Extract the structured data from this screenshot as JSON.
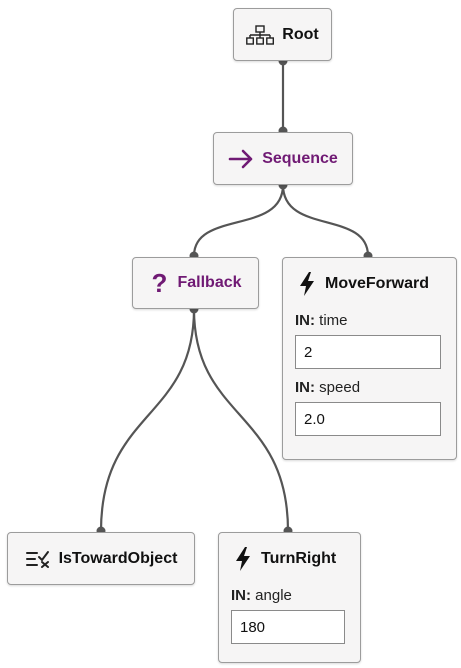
{
  "nodes": {
    "root": {
      "label": "Root",
      "icon": "hierarchy-icon"
    },
    "sequence": {
      "label": "Sequence",
      "icon": "arrow-right-icon"
    },
    "fallback": {
      "label": "Fallback",
      "icon": "question-mark-icon"
    },
    "move_forward": {
      "label": "MoveForward",
      "icon": "lightning-icon",
      "ports": [
        {
          "prefix": "IN:",
          "name": "time",
          "value": "2"
        },
        {
          "prefix": "IN:",
          "name": "speed",
          "value": "2.0"
        }
      ]
    },
    "is_toward_object": {
      "label": "IsTowardObject",
      "icon": "condition-check-icon"
    },
    "turn_right": {
      "label": "TurnRight",
      "icon": "lightning-icon",
      "ports": [
        {
          "prefix": "IN:",
          "name": "angle",
          "value": "180"
        }
      ]
    }
  },
  "colors": {
    "control_node_text": "#701a74",
    "edge": "#555555",
    "node_background": "#f6f5f5",
    "node_border": "#9c9c9c"
  }
}
